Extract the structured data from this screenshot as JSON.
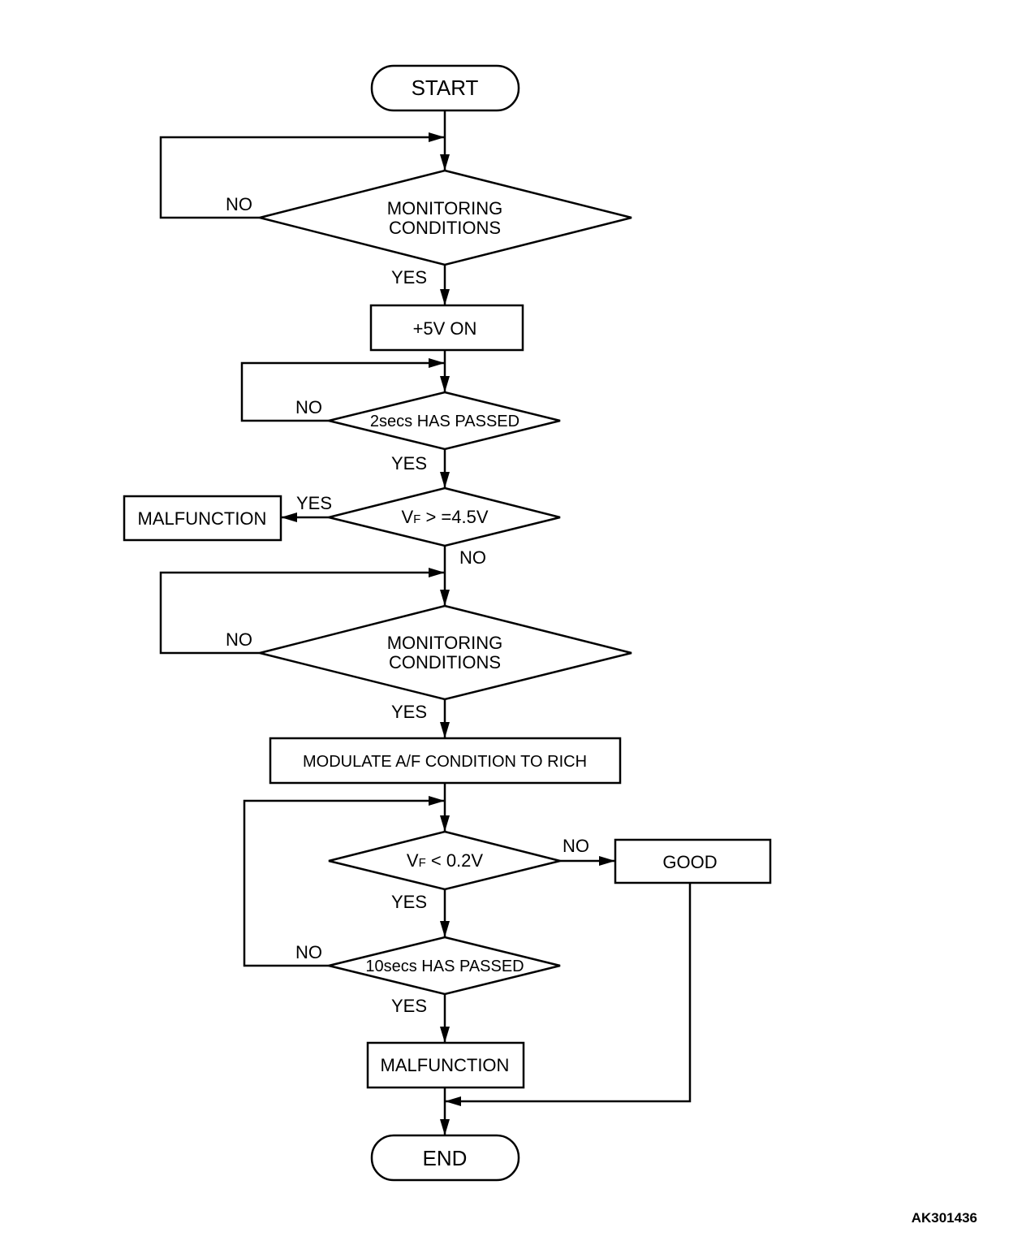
{
  "nodes": {
    "start": "START",
    "monitoring1_line1": "MONITORING",
    "monitoring1_line2": "CONDITIONS",
    "plus5v": "+5V ON",
    "two_secs": "2secs HAS PASSED",
    "vf_high_v": "V",
    "vf_high_sub": "F",
    "vf_high_rest": " > =4.5V",
    "malfunction_left": "MALFUNCTION",
    "monitoring2_line1": "MONITORING",
    "monitoring2_line2": "CONDITIONS",
    "modulate": "MODULATE A/F CONDITION TO RICH",
    "vf_low_v": "V",
    "vf_low_sub": "F",
    "vf_low_rest": " < 0.2V",
    "good": "GOOD",
    "ten_secs": "10secs HAS PASSED",
    "malfunction_bottom": "MALFUNCTION",
    "end": "END"
  },
  "labels": {
    "no_monitoring1": "NO",
    "yes_monitoring1": "YES",
    "no_two_secs": "NO",
    "yes_two_secs": "YES",
    "yes_vf_high": "YES",
    "no_vf_high": "NO",
    "no_monitoring2": "NO",
    "yes_monitoring2": "YES",
    "no_vf_low": "NO",
    "yes_vf_low": "YES",
    "no_ten_secs": "NO",
    "yes_ten_secs": "YES"
  },
  "figure_code": "AK301436"
}
